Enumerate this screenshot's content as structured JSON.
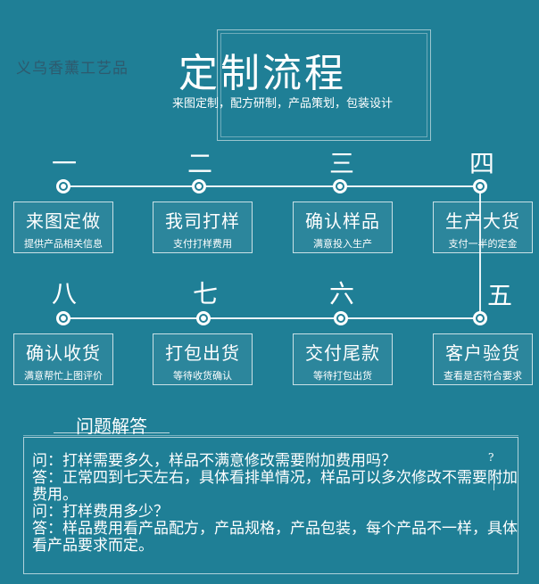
{
  "header": {
    "brand": "义乌香薰工艺品",
    "title": "定制流程",
    "subtitle": "来图定制，配方研制，产品策划，包装设计"
  },
  "numerals": [
    "一",
    "二",
    "三",
    "四",
    "五",
    "六",
    "七",
    "八"
  ],
  "steps": [
    {
      "title": "来图定做",
      "desc": "提供产品相关信息"
    },
    {
      "title": "我司打样",
      "desc": "支付打样费用"
    },
    {
      "title": "确认样品",
      "desc": "满意投入生产"
    },
    {
      "title": "生产大货",
      "desc": "支付一半的定金"
    },
    {
      "title": "客户验货",
      "desc": "查看是否符合要求"
    },
    {
      "title": "交付尾款",
      "desc": "等待打包出货"
    },
    {
      "title": "打包出货",
      "desc": "等待收货确认"
    },
    {
      "title": "确认收货",
      "desc": "满意帮忙上图评价"
    }
  ],
  "faq": {
    "heading": "问题解答",
    "lines": [
      "问：打样需要多久，样品不满意修改需要附加费用吗？",
      "答：正常四到七天左右，具体看排单情况，样品可以多次修改不需要附加费用。",
      "问：打样费用多少？",
      "答：样品费用看产品配方，产品规格，产品包装，每个产品不一样，具体看产品要求而定。"
    ],
    "mark": "?"
  },
  "colors": {
    "background": "#1f7f96",
    "text": "#ffffff",
    "brand": "#2e5a6e"
  }
}
